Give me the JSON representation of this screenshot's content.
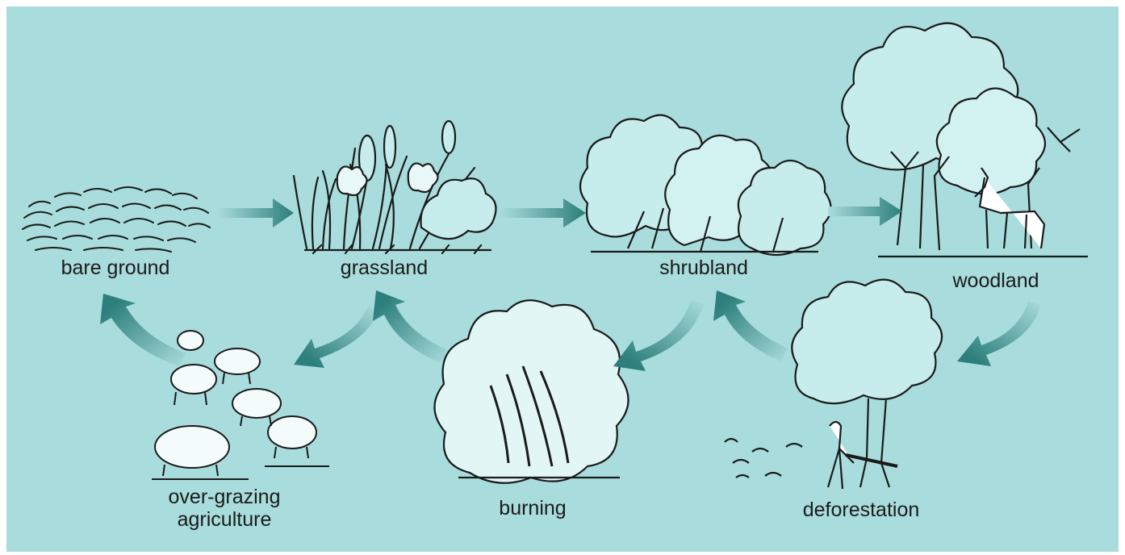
{
  "stages": {
    "bare_ground": "bare ground",
    "grassland": "grassland",
    "shrubland": "shrubland",
    "woodland": "woodland"
  },
  "disturbances": {
    "overgrazing_line1": "over-grazing",
    "overgrazing_line2": "agriculture",
    "burning": "burning",
    "deforestation": "deforestation"
  },
  "colors": {
    "background": "#a9dcdc",
    "arrow": "#2c7f7c",
    "arrow_light": "#a9dcdc",
    "ink": "#1b1b1b",
    "foliage": "#c6ecec"
  }
}
